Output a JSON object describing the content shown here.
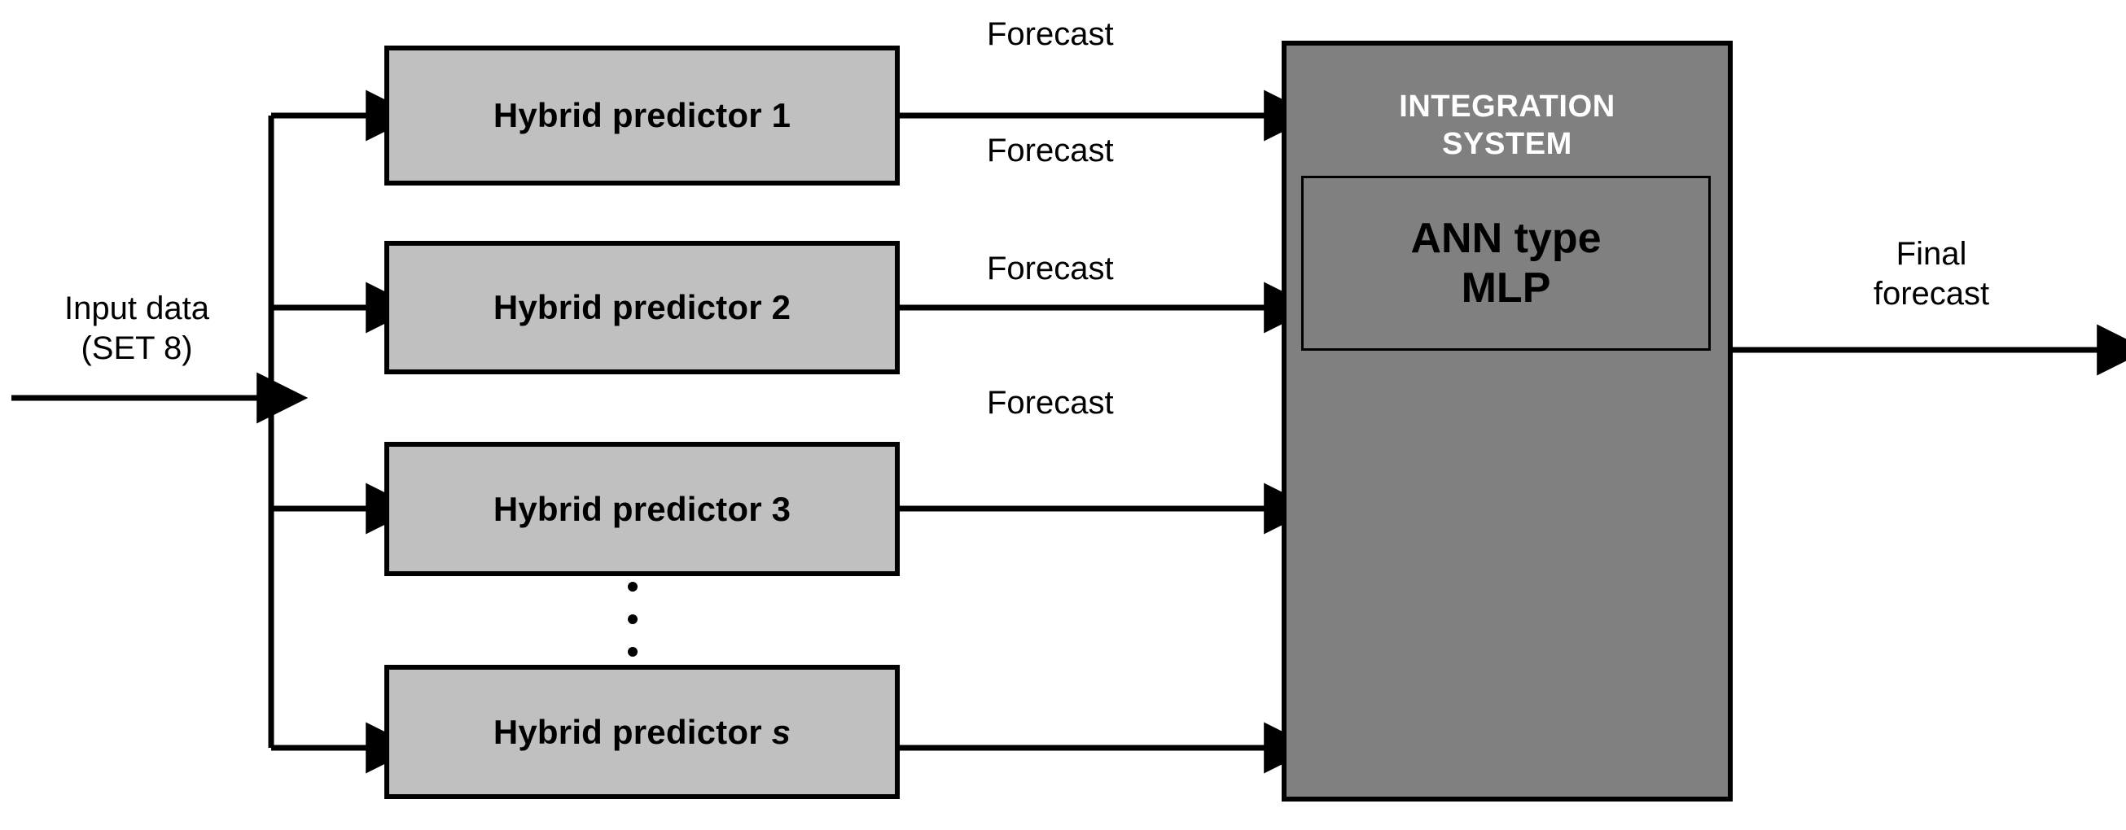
{
  "diagram": {
    "title": "Hybrid predictor ensemble with ANN integration system",
    "colors": {
      "predictor_fill": "#c0c0c0",
      "integration_fill": "#808080",
      "stroke": "#000000",
      "integration_text": "#ffffff",
      "background": "#ffffff"
    },
    "input": {
      "label_line1": "Input data",
      "label_line2": "(SET 8)"
    },
    "predictors": [
      {
        "label_prefix": "Hybrid predictor ",
        "index": "1",
        "italic_index": false
      },
      {
        "label_prefix": "Hybrid predictor ",
        "index": "2",
        "italic_index": false
      },
      {
        "label_prefix": "Hybrid predictor ",
        "index": "3",
        "italic_index": false
      },
      {
        "label_prefix": "Hybrid predictor ",
        "index": "s",
        "italic_index": true
      }
    ],
    "forecast_labels": [
      "Forecast",
      "Forecast",
      "Forecast",
      "Forecast"
    ],
    "integration": {
      "title_line1": "INTEGRATION",
      "title_line2": "SYSTEM",
      "inner_line1": "ANN type",
      "inner_line2": "MLP"
    },
    "output": {
      "label_line1": "Final",
      "label_line2": "forecast"
    },
    "ellipsis": {
      "dot_count": 3,
      "meaning": "continuation between predictor 3 and predictor s"
    }
  }
}
